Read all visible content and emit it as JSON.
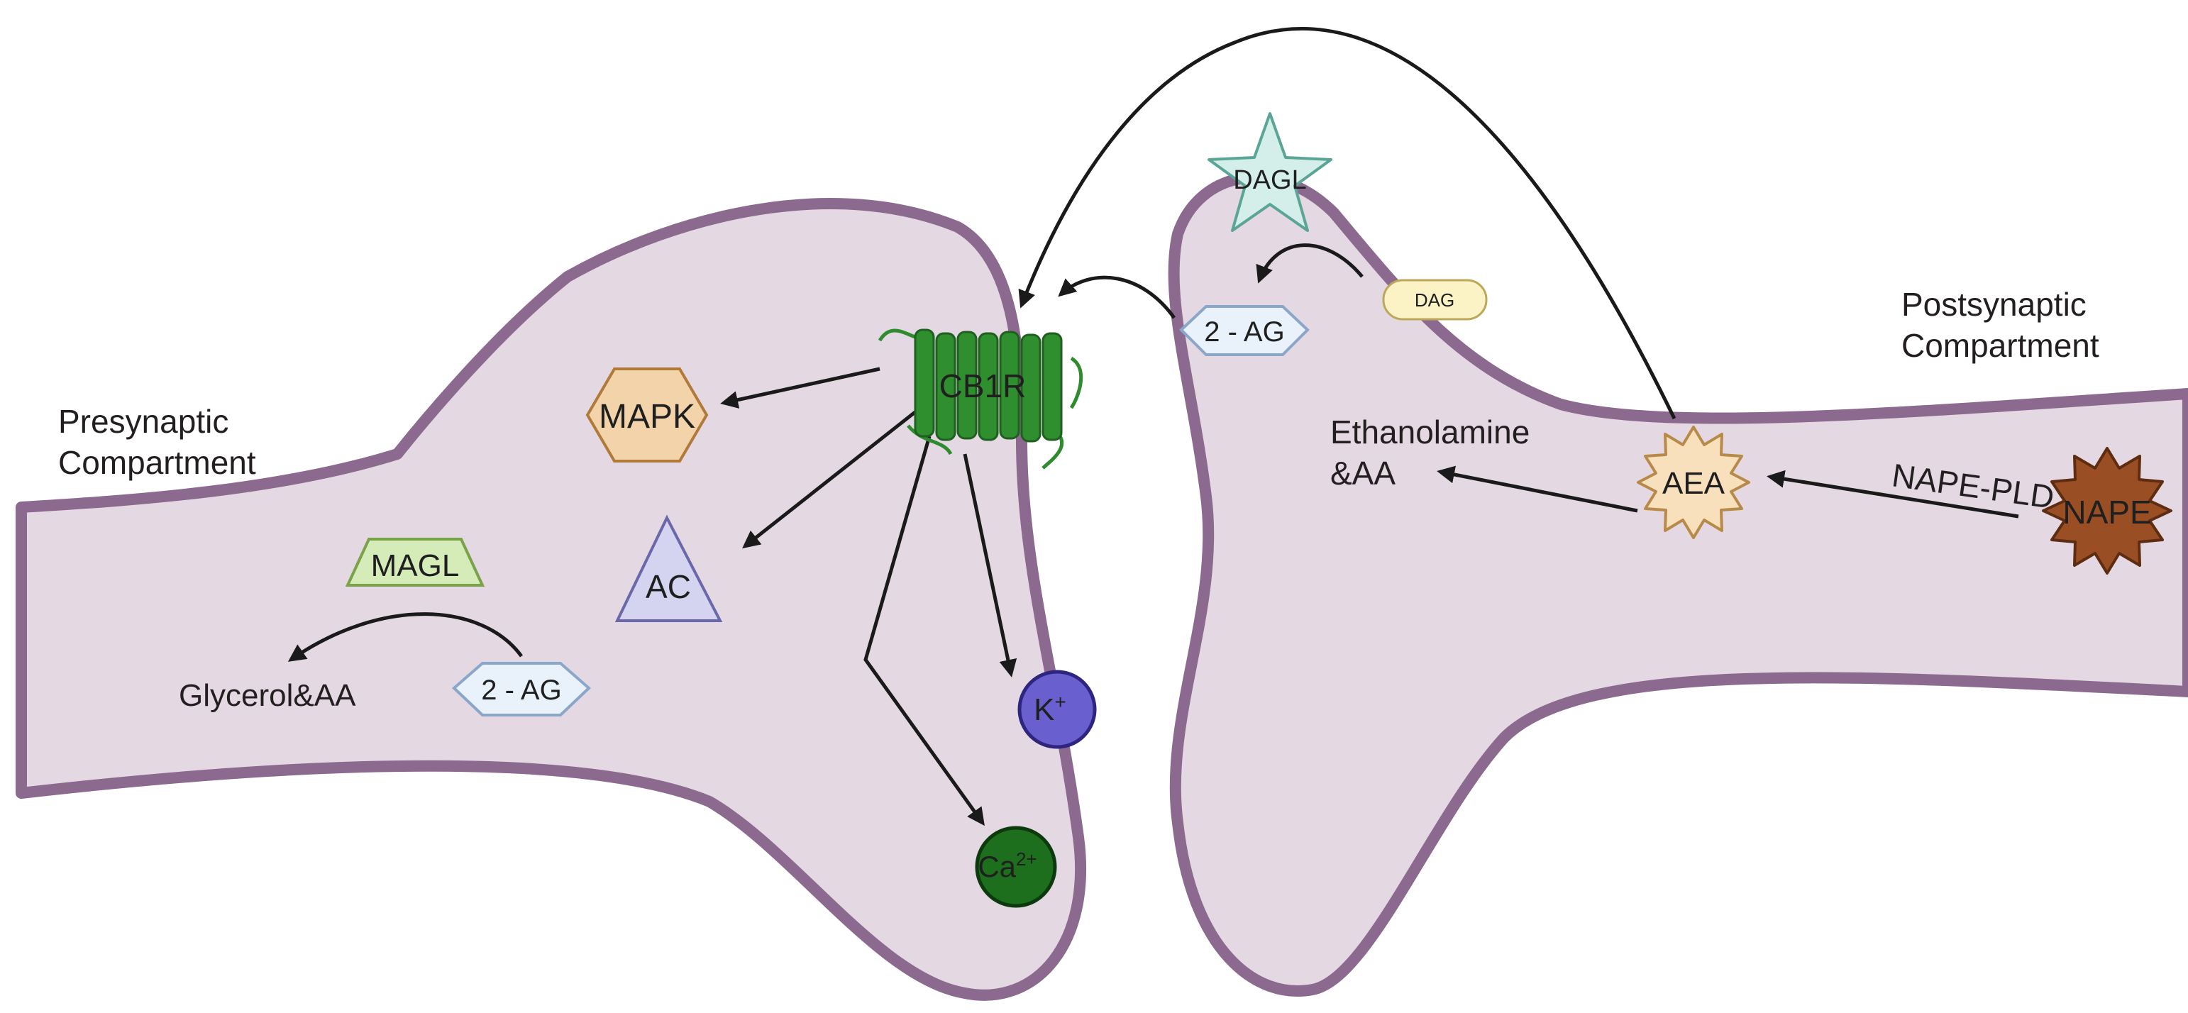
{
  "labels": {
    "presynaptic": [
      "Presynaptic",
      "Compartment"
    ],
    "postsynaptic": [
      "Postsynaptic",
      "Compartment"
    ],
    "glycerol": "Glycerol&AA",
    "ethanolamine": [
      "Ethanolamine",
      "&AA"
    ],
    "nape_pld": "NAPE-PLD"
  },
  "nodes": {
    "cb1r": "CB1R",
    "mapk": "MAPK",
    "ac": "AC",
    "magl": "MAGL",
    "two_ag_pre": "2 - AG",
    "two_ag_post": "2 - AG",
    "dagl": "DAGL",
    "dag": "DAG",
    "aea": "AEA",
    "nape": "NAPE",
    "k": "K",
    "k_sup": "+",
    "ca": "Ca",
    "ca_sup": "2+"
  },
  "colors": {
    "membrane_fill": "#e4d8e3",
    "membrane_stroke": "#8c6a8f",
    "cb1r": "#2e8b2e",
    "mapk": "#f3d3a9",
    "ac": "#d4d3f0",
    "magl": "#d6ecb8",
    "two_ag": "#e9f2fa",
    "dagl": "#d4efe9",
    "dag": "#fbf2c5",
    "aea": "#f9e0bd",
    "nape": "#9a4e24",
    "k": "#6a5fcf",
    "ca": "#1d6e1d"
  }
}
